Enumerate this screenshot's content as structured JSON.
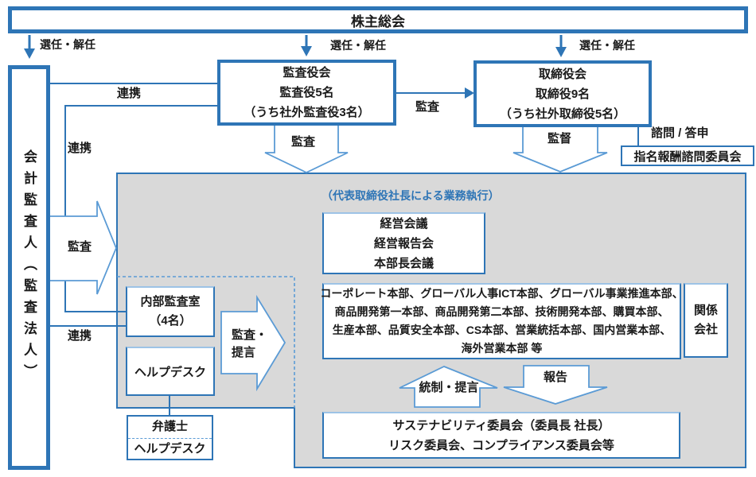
{
  "colors": {
    "accent": "#2E75B6",
    "arrow_outline": "#5B9BD5",
    "gray_fill": "#D9D9D9",
    "text": "#1a1a1a",
    "blue_text": "#2E75B6",
    "bg": "#ffffff"
  },
  "nodes": {
    "shareholders": "株主総会",
    "accounting_auditor": "会計監査人（監査法人）",
    "audit_board": {
      "line1": "監査役会",
      "line2": "監査役5名",
      "line3": "（うち社外監査役3名）"
    },
    "board": {
      "line1": "取締役会",
      "line2": "取締役9名",
      "line3": "（うち社外取締役5名）"
    },
    "nomination_committee": "指名報酬諮問委員会",
    "exec_note": "（代表取締役社長による業務執行）",
    "management_meetings": {
      "line1": "経営会議",
      "line2": "経営報告会",
      "line3": "本部長会議"
    },
    "divisions": {
      "line1": "コーポレート本部、グローバル人事ICT本部、グローバル事業推進本部、",
      "line2": "商品開発第一本部、商品開発第二本部、技術開発本部、購買本部、",
      "line3": "生産本部、品質安全本部、CS本部、営業統括本部、国内営業本部、",
      "line4": "海外営業本部 等"
    },
    "affiliates": {
      "line1": "関係",
      "line2": "会社"
    },
    "internal_audit": {
      "line1": "内部監査室",
      "line2": "（4名）"
    },
    "helpdesk": "ヘルプデスク",
    "lawyer": "弁護士",
    "lawyer_helpdesk": "ヘルプデスク",
    "sustainability": {
      "line1": "サステナビリティ委員会（委員長 社長）",
      "line2": "リスク委員会、コンプライアンス委員会等"
    }
  },
  "labels": {
    "appoint_left": "選任・解任",
    "appoint_mid": "選任・解任",
    "appoint_right": "選任・解任",
    "renkei_1": "連携",
    "renkei_2": "連携",
    "renkei_3": "連携",
    "kansa_left": "監査",
    "kansa_to_board": "監査",
    "kansa_down": "監査",
    "kantoku": "監督",
    "shimon_toushin": "諮問 / 答申",
    "kansa_teigen_1": "監査・",
    "kansa_teigen_2": "提言",
    "tousei_teigen": "統制・提言",
    "houkoku": "報告"
  }
}
